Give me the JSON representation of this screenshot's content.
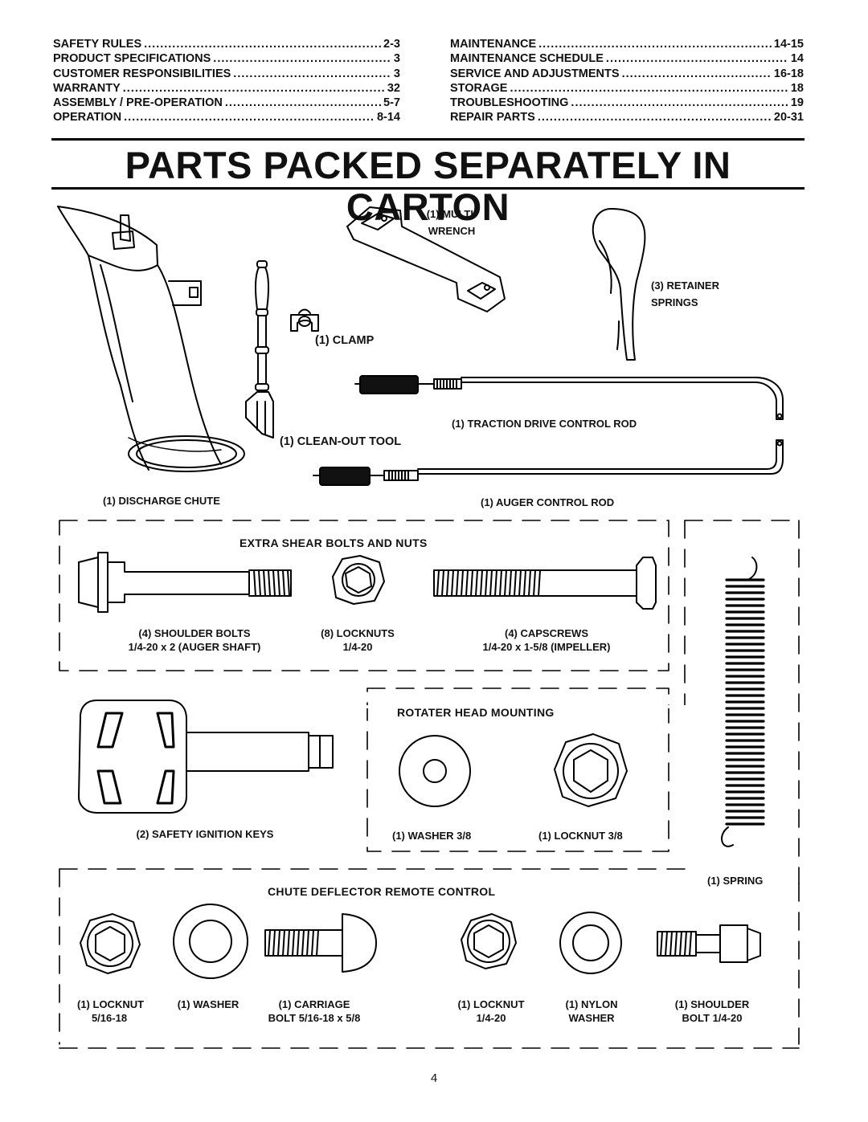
{
  "toc": {
    "left": [
      {
        "label": "SAFETY RULES",
        "page": "2-3"
      },
      {
        "label": "PRODUCT SPECIFICATIONS",
        "page": "3"
      },
      {
        "label": "CUSTOMER RESPONSIBILITIES",
        "page": "3"
      },
      {
        "label": "WARRANTY",
        "page": "32"
      },
      {
        "label": "ASSEMBLY / PRE-OPERATION",
        "page": "5-7"
      },
      {
        "label": "OPERATION",
        "page": "8-14"
      }
    ],
    "right": [
      {
        "label": "MAINTENANCE",
        "page": "14-15"
      },
      {
        "label": "MAINTENANCE SCHEDULE",
        "page": "14"
      },
      {
        "label": "SERVICE AND ADJUSTMENTS",
        "page": "16-18"
      },
      {
        "label": "STORAGE",
        "page": "18"
      },
      {
        "label": "TROUBLESHOOTING",
        "page": "19"
      },
      {
        "label": "REPAIR PARTS",
        "page": "20-31"
      }
    ]
  },
  "title": "PARTS PACKED SEPARATELY IN CARTON",
  "parts": {
    "multi_wrench": [
      "(1) MULTI-",
      "WRENCH"
    ],
    "retainer_springs": [
      "(3) RETAINER",
      "SPRINGS"
    ],
    "clamp": "(1) CLAMP",
    "clean_out_tool": "(1) CLEAN-OUT TOOL",
    "traction_rod": "(1) TRACTION DRIVE CONTROL ROD",
    "discharge_chute": "(1) DISCHARGE CHUTE",
    "auger_rod": "(1) AUGER CONTROL ROD"
  },
  "shear_bolts": {
    "heading": "EXTRA SHEAR BOLTS AND NUTS",
    "shoulder_bolts": [
      "(4) SHOULDER BOLTS",
      "1/4-20 x 2 (AUGER SHAFT)"
    ],
    "locknuts": [
      "(8) LOCKNUTS",
      "1/4-20"
    ],
    "capscrews": [
      "(4) CAPSCREWS",
      "1/4-20 x 1-5/8 (IMPELLER)"
    ]
  },
  "ignition_keys": "(2) SAFETY IGNITION KEYS",
  "rotater": {
    "heading": "ROTATER HEAD MOUNTING",
    "washer": "(1) WASHER  3/8",
    "locknut": "(1) LOCKNUT  3/8"
  },
  "spring": "(1) SPRING",
  "chute_deflector": {
    "heading": "CHUTE DEFLECTOR REMOTE CONTROL",
    "locknut": [
      "(1) LOCKNUT",
      "5/16-18"
    ],
    "washer": "(1) WASHER",
    "carriage": [
      "(1) CARRIAGE",
      "BOLT  5/16-18 x 5/8"
    ],
    "locknut2": [
      "(1) LOCKNUT",
      "1/4-20"
    ],
    "nylon_washer": [
      "(1) NYLON",
      "WASHER"
    ],
    "shoulder": [
      "(1) SHOULDER",
      "BOLT  1/4-20"
    ]
  },
  "page_number": "4"
}
